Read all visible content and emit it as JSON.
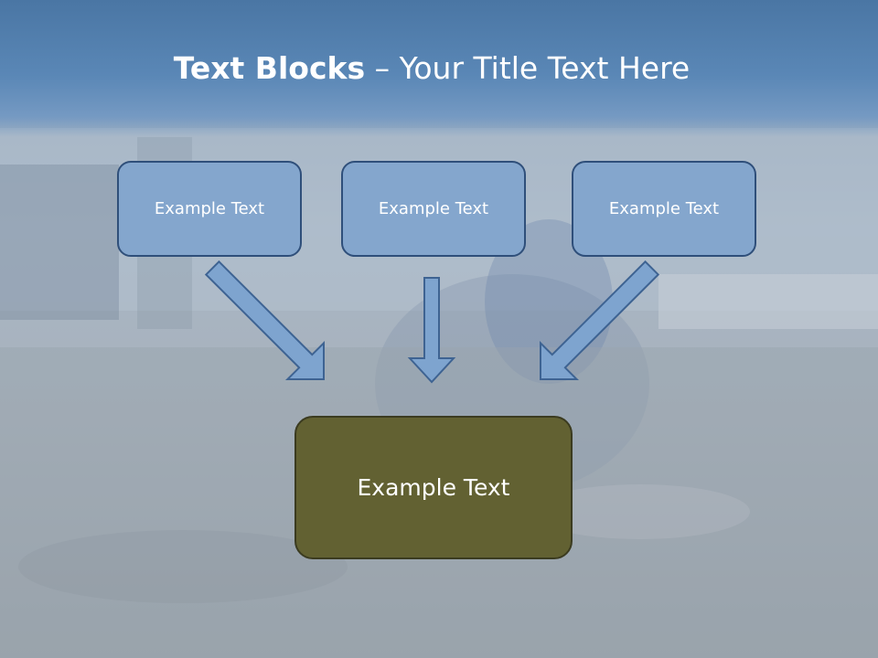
{
  "title": {
    "bold": "Text Blocks",
    "dash": " – ",
    "rest": "Your Title Text Here"
  },
  "blocks": [
    {
      "label": "Example Text"
    },
    {
      "label": "Example Text"
    },
    {
      "label": "Example Text"
    }
  ],
  "target": {
    "label": "Example Text"
  },
  "colors": {
    "title_band": "#5a87b6",
    "block_fill": "#84a6cd",
    "block_border": "#2f4f7a",
    "target_fill": "#626132",
    "arrow_fill": "#7ea4cf"
  }
}
